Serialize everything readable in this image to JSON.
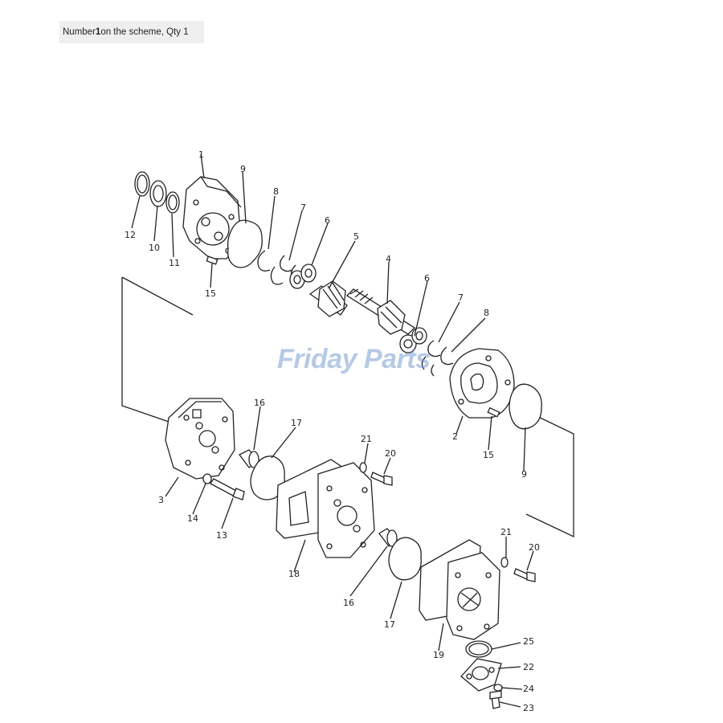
{
  "caption": {
    "prefix": "Number ",
    "number": "1",
    "suffix": " on the scheme, Qty 1"
  },
  "watermark": "Friday Parts",
  "labels": {
    "p1": "1",
    "p2": "2",
    "p3": "3",
    "p4": "4",
    "p5": "5",
    "p6a": "6",
    "p6b": "6",
    "p7a": "7",
    "p7b": "7",
    "p8a": "8",
    "p8b": "8",
    "p9a": "9",
    "p9b": "9",
    "p10": "10",
    "p11": "11",
    "p12": "12",
    "p13": "13",
    "p14": "14",
    "p15a": "15",
    "p15b": "15",
    "p16a": "16",
    "p16b": "16",
    "p17a": "17",
    "p17b": "17",
    "p18": "18",
    "p19": "19",
    "p20a": "20",
    "p20b": "20",
    "p21a": "21",
    "p21b": "21",
    "p22": "22",
    "p23": "23",
    "p24": "24",
    "p25": "25"
  }
}
